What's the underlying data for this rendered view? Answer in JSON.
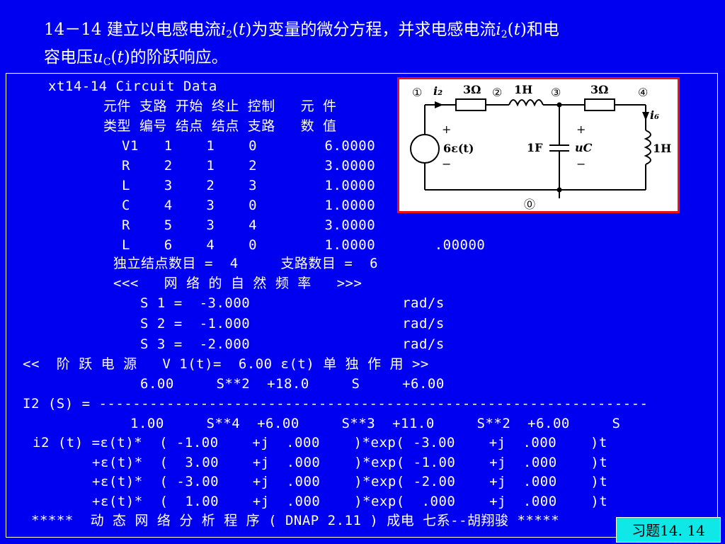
{
  "title": {
    "p1": "14－14 建立以电感电流",
    "var1": "i",
    "sub1": "2",
    "p2": "(",
    "t1": "t",
    "p3": ")为变量的微分方程，并求电感电流",
    "var2": "i",
    "sub2": "2",
    "p4": "(",
    "t2": "t",
    "p5": ")和电",
    "p6": "容电压",
    "var3": "u",
    "sub3": "C",
    "p7": "(",
    "t3": "t",
    "p8": ")的阶跃响应。"
  },
  "output_lines": [
    "xt14-14 Circuit Data",
    "元件 支路 开始 终止 控制   元 件",
    "类型 编号 结点 结点 支路   数 值",
    "V1   1    1    0        6.0000",
    "R    2    1    2        3.0000",
    "L    3    2    3        1.0000",
    "C    4    3    0        1.0000",
    "R    5    3    4        3.0000",
    "L    6    4    0        1.0000       .00000",
    "独立结点数目 =  4     支路数目 =  6",
    "<<<   网 络 的 自 然 频 率   >>>",
    "S 1 =  -3.000                  rad/s",
    "S 2 =  -1.000                  rad/s",
    "S 3 =  -2.000                  rad/s",
    "<<  阶 跃 电 源   V 1(t)=  6.00 ε(t) 单 独 作 用 >>",
    "6.00     S**2  +18.0     S     +6.00",
    "I2 (S) = -----------------------------------------------------------------",
    "1.00     S**4  +6.00     S**3  +11.0     S**2  +6.00     S",
    "i2 (t) =ε(t)*  ( -1.00    +j  .000    )*exp( -3.00    +j  .000    )t",
    "+ε(t)*  (  3.00    +j  .000    )*exp( -1.00    +j  .000    )t",
    "+ε(t)*  ( -3.00    +j  .000    )*exp( -2.00    +j  .000    )t",
    "+ε(t)*  (  1.00    +j  .000    )*exp(  .000    +j  .000    )t",
    "*****  动 态 网 络 分 析 程 序 ( DNAP 2.11 ) 成电 七系--胡翔骏 *****"
  ],
  "circuit": {
    "node1": "①",
    "node2": "②",
    "node3": "③",
    "node4": "④",
    "node0": "⓪",
    "i2_label": "i₂",
    "i6_label": "i₆",
    "r1": "3Ω",
    "l1": "1H",
    "r2": "3Ω",
    "c": "1F",
    "l2": "1H",
    "source": "6ε(t)",
    "plus1": "+",
    "minus1": "−",
    "plus2": "+",
    "minus2": "−",
    "uc": "uC"
  },
  "badge": "习题14. 14"
}
